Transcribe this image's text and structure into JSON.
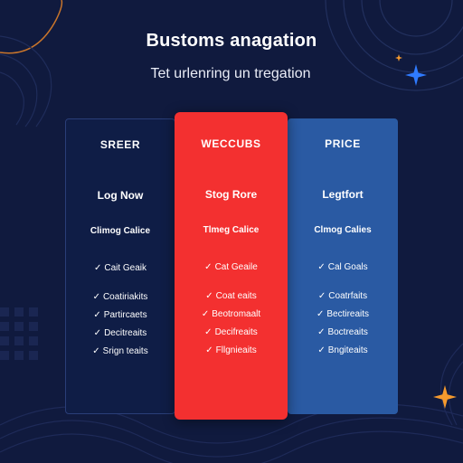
{
  "header": {
    "title": "Bustoms anagation",
    "subtitle": "Tet urlenring un tregation"
  },
  "columns": [
    {
      "name": "SREER",
      "action": "Log Now",
      "plan": "Climog Calice",
      "features": [
        "Cait Geaik",
        "Coatiriakits",
        "Partircaets",
        "Decitreaits",
        "Srign teaits"
      ]
    },
    {
      "name": "WECCUBS",
      "action": "Stog Rore",
      "plan": "Tlmeg Calice",
      "features": [
        "Cat Geaile",
        "Coat eaits",
        "Beotromaalt",
        "Decifreaits",
        "Fllgnieaits"
      ]
    },
    {
      "name": "PRICE",
      "action": "Legtfort",
      "plan": "Clmog Calies",
      "features": [
        "Cal Goals",
        "Coatrfaits",
        "Bectireaits",
        "Boctreaits",
        "Bngiteaits"
      ]
    }
  ],
  "icons": {
    "check": "✓",
    "sparkle": "sparkle-icon"
  },
  "colors": {
    "background": "#101a3e",
    "left_column": "#0f1d46",
    "highlight_column": "#f33030",
    "right_column": "#2a5aa3",
    "sparkle_blue": "#2f7bff",
    "sparkle_orange": "#f59a2e"
  }
}
